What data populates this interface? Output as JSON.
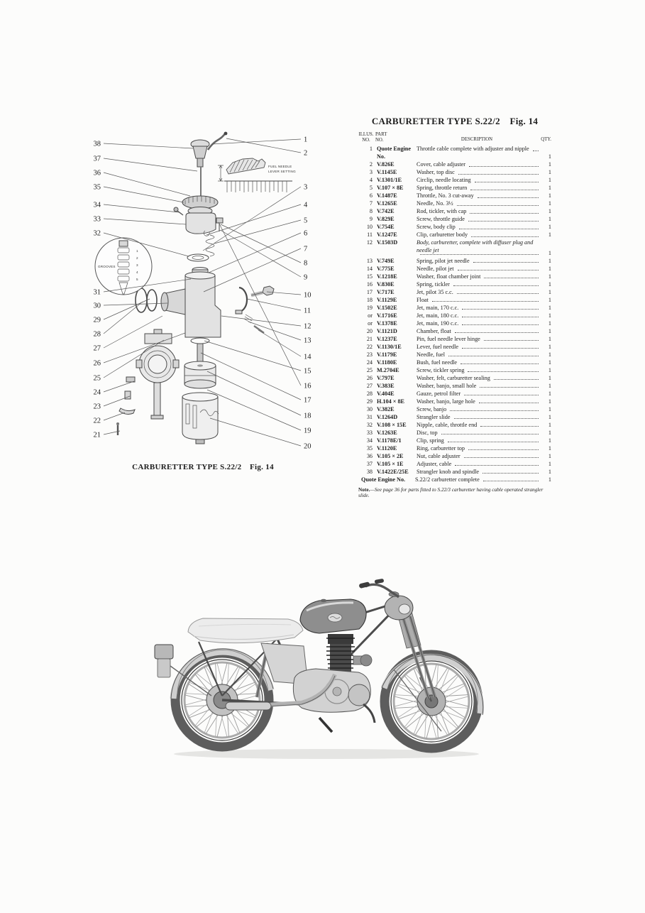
{
  "accent_ink": "#1d1d1d",
  "table": {
    "title": "CARBURETTER TYPE S.22/2  Fig. 14",
    "columns": {
      "illus_line1": "ILLUS.",
      "illus_line2": "NO.",
      "part_line1": "PART",
      "part_line2": "NO.",
      "description": "DESCRIPTION",
      "qty": "QTY."
    },
    "rows": [
      {
        "illus": "1",
        "part": "Quote Engine No.",
        "desc": "Throttle cable complete with adjuster and nipple",
        "qty": "1"
      },
      {
        "illus": "2",
        "part": "V.826E",
        "desc": "Cover, cable adjuster",
        "qty": "1"
      },
      {
        "illus": "3",
        "part": "V.1145E",
        "desc": "Washer, top disc",
        "qty": "1"
      },
      {
        "illus": "4",
        "part": "V.1301/1E",
        "desc": "Circlip, needle locating",
        "qty": "1"
      },
      {
        "illus": "5",
        "part": "V.107 × 8E",
        "desc": "Spring, throttle return",
        "qty": "1"
      },
      {
        "illus": "6",
        "part": "V.1487E",
        "desc": "Throttle, No. 3 cut-away",
        "qty": "1"
      },
      {
        "illus": "7",
        "part": "V.1265E",
        "desc": "Needle, No. 3½",
        "qty": "1"
      },
      {
        "illus": "8",
        "part": "V.742E",
        "desc": "Rod, tickler, with cap",
        "qty": "1"
      },
      {
        "illus": "9",
        "part": "V.829E",
        "desc": "Screw, throttle guide",
        "qty": "1"
      },
      {
        "illus": "10",
        "part": "V.754E",
        "desc": "Screw, body clip",
        "qty": "1"
      },
      {
        "illus": "11",
        "part": "V.1247E",
        "desc": "Clip, carburetter body",
        "qty": "1"
      },
      {
        "illus": "12",
        "part": "V.1503D",
        "desc": "Body, carburetter, complete with diffuser plug and needle jet",
        "qty": "1",
        "italic": true
      },
      {
        "illus": "13",
        "part": "V.749E",
        "desc": "Spring, pilot jet needle",
        "qty": "1"
      },
      {
        "illus": "14",
        "part": "V.775E",
        "desc": "Needle, pilot jet",
        "qty": "1"
      },
      {
        "illus": "15",
        "part": "V.1218E",
        "desc": "Washer, float chamber joint",
        "qty": "1"
      },
      {
        "illus": "16",
        "part": "V.830E",
        "desc": "Spring, tickler",
        "qty": "1"
      },
      {
        "illus": "17",
        "part": "V.717E",
        "desc": "Jet, pilot 35 c.c.",
        "qty": "1"
      },
      {
        "illus": "18",
        "part": "V.1129E",
        "desc": "Float",
        "qty": "1"
      },
      {
        "illus": "19",
        "part": "V.1502E",
        "desc": "Jet, main, 170 c.c.",
        "qty": "1"
      },
      {
        "illus": "or",
        "part": "V.1716E",
        "desc": "Jet, main, 180 c.c.",
        "qty": "1"
      },
      {
        "illus": "or",
        "part": "V.1378E",
        "desc": "Jet, main, 190 c.c.",
        "qty": "1"
      },
      {
        "illus": "20",
        "part": "V.1121D",
        "desc": "Chamber, float",
        "qty": "1"
      },
      {
        "illus": "21",
        "part": "V.1237E",
        "desc": "Pin, fuel needle lever hinge",
        "qty": "1"
      },
      {
        "illus": "22",
        "part": "V.1130/1E",
        "desc": "Lever, fuel needle",
        "qty": "1"
      },
      {
        "illus": "23",
        "part": "V.1179E",
        "desc": "Needle, fuel",
        "qty": "1"
      },
      {
        "illus": "24",
        "part": "V.1180E",
        "desc": "Bush, fuel needle",
        "qty": "1"
      },
      {
        "illus": "25",
        "part": "M.2704E",
        "desc": "Screw, tickler spring",
        "qty": "1"
      },
      {
        "illus": "26",
        "part": "V.797E",
        "desc": "Washer, felt, carburetter sealing",
        "qty": "1"
      },
      {
        "illus": "27",
        "part": "V.383E",
        "desc": "Washer, banjo, small hole",
        "qty": "1"
      },
      {
        "illus": "28",
        "part": "V.404E",
        "desc": "Gauze, petrol filter",
        "qty": "1"
      },
      {
        "illus": "29",
        "part": "H.104 × 8E",
        "desc": "Washer, banjo, large hole",
        "qty": "1"
      },
      {
        "illus": "30",
        "part": "V.382E",
        "desc": "Screw, banjo",
        "qty": "1"
      },
      {
        "illus": "31",
        "part": "V.1264D",
        "desc": "Strangler slide",
        "qty": "1"
      },
      {
        "illus": "32",
        "part": "V.108 × 15E",
        "desc": "Nipple, cable, throttle end",
        "qty": "1"
      },
      {
        "illus": "33",
        "part": "V.1263E",
        "desc": "Disc, top",
        "qty": "1"
      },
      {
        "illus": "34",
        "part": "V.1178E/1",
        "desc": "Clip, spring",
        "qty": "1"
      },
      {
        "illus": "35",
        "part": "V.1120E",
        "desc": "Ring, carburetter top",
        "qty": "1"
      },
      {
        "illus": "36",
        "part": "V.105 × 2E",
        "desc": "Nut, cable adjuster",
        "qty": "1"
      },
      {
        "illus": "37",
        "part": "V.105 × 1E",
        "desc": "Adjuster, cable",
        "qty": "1"
      },
      {
        "illus": "38",
        "part": "V.1422E/25E",
        "desc": "Strangler knob and spindle",
        "qty": "1"
      },
      {
        "illus": "",
        "part": "Quote Engine No.",
        "desc": "S.22/2 carburetter complete",
        "qty": "1",
        "wide": true
      }
    ],
    "note_label": "Note.",
    "note_body": "—See page 36 for parts fitted to S.22/3 carburetter having cable operated strangler slide."
  },
  "diagram": {
    "caption": "CARBURETTER TYPE S.22/2  Fig. 14",
    "left_callouts": [
      "38",
      "37",
      "36",
      "35",
      "34",
      "33",
      "32",
      "31",
      "30",
      "29",
      "28",
      "27",
      "26",
      "25",
      "24",
      "23",
      "22",
      "21"
    ],
    "right_callouts": [
      "1",
      "2",
      "3",
      "4",
      "5",
      "6",
      "7",
      "8",
      "9",
      "10",
      "11",
      "12",
      "13",
      "14",
      "15",
      "16",
      "17",
      "18",
      "19",
      "20"
    ],
    "grooves_label": "GROOVES",
    "groove_numbers": [
      "1",
      "2",
      "3",
      "4",
      "5"
    ],
    "lever_setting_line1": "FUEL NEEDLE",
    "lever_setting_line2": "LEVER SETTING"
  }
}
